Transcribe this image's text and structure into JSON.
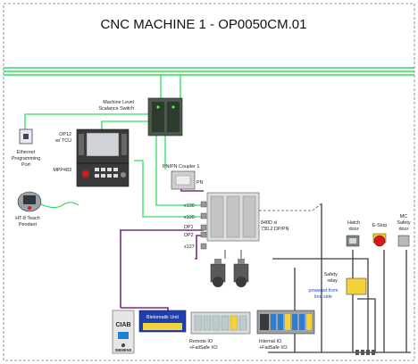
{
  "title": "CNC MACHINE 1 - OP0050CM.01",
  "colors": {
    "ethernet": "#2ee05a",
    "profibus": "#7a2a86",
    "safety_wire": "#3c3c3c",
    "frame": "#6c6c6c",
    "device_grey": "#cfcfcf",
    "estop_red": "#d11a1a",
    "safety_yellow": "#f4d23a",
    "display_blue": "#1f7fd6"
  },
  "devices": {
    "switch": {
      "label1": "Machine Level",
      "label2": "Scalance Switch"
    },
    "op12": {
      "label1": "OP12",
      "label2": "w/ TCU"
    },
    "ethernet_port": {
      "label1": "Ethernet",
      "label2": "Programming",
      "label3": "Port"
    },
    "mpp": {
      "label": "MPP483"
    },
    "coupler": {
      "label": "PN/PN Coupler 1",
      "port": "PN"
    },
    "pendant": {
      "label1": "HT-8 Teach",
      "label2": "Pendant"
    },
    "nc": {
      "ports": [
        "x130",
        "x120",
        "DP1",
        "DP2",
        "x127"
      ],
      "label1": "840D sl",
      "label2": "730.2 DP/PN"
    },
    "hatch": {
      "label1": "Hatch",
      "label2": "door"
    },
    "estop": {
      "label": "E-Stop"
    },
    "mc_door": {
      "label1": "MC",
      "label2": "Safety",
      "label3": "door"
    },
    "relay": {
      "label1": "Safety",
      "label2": "relay",
      "note1": "powered from",
      "note2": "line side"
    },
    "ciab": {
      "label": "CIAB",
      "brand": "SIEMENS"
    },
    "bielomatik": {
      "label": "Bielomatik Unit"
    },
    "remote_io": {
      "label1": "Remote IO",
      "label2": "+FailSafe I/O"
    },
    "internal_io": {
      "label1": "Internal IO",
      "label2": "+FailSafe I/O"
    }
  }
}
